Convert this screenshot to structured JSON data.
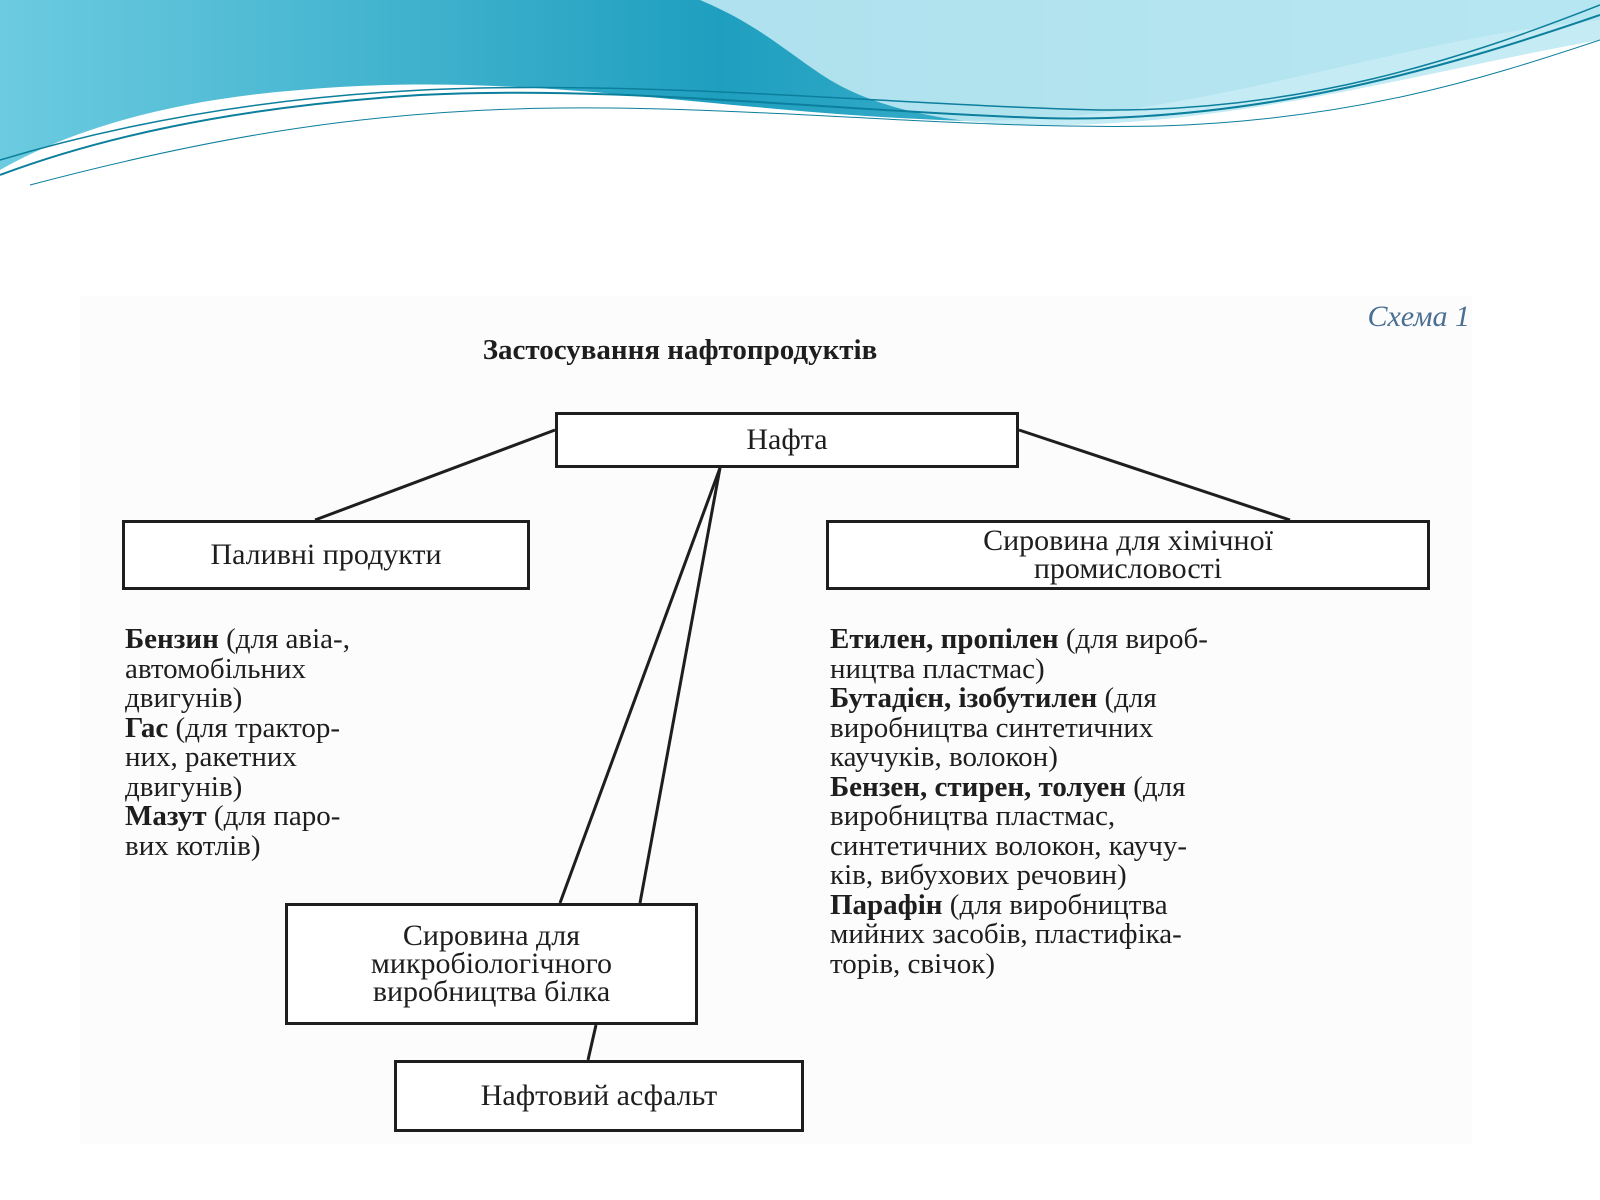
{
  "theme": {
    "wave_light": "#bfe9f3",
    "wave_mid": "#6ccbe0",
    "wave_dark": "#1f9fbf",
    "wave_line": "#0b7f9c",
    "ink": "#1e1e1e",
    "scheme_label_color": "#4a6f93"
  },
  "diagram": {
    "scheme_label": "Схема 1",
    "title": "Застосування нафтопродуктів",
    "nodes": {
      "oil": "Нафта",
      "fuel": "Паливні продукти",
      "chem": [
        "Сировина для хімічної",
        "промисловості"
      ],
      "micro": [
        "Сировина для",
        "микробіологічного",
        "виробництва білка"
      ],
      "asphalt": "Нафтовий асфальт"
    },
    "fuel_products": [
      {
        "bold": "Бензин",
        "rest": " (для авіа-,"
      },
      {
        "bold": "",
        "rest": "автомобільних"
      },
      {
        "bold": "",
        "rest": "двигунів)"
      },
      {
        "bold": "Гас",
        "rest": " (для трактор-"
      },
      {
        "bold": "",
        "rest": "них, ракетних"
      },
      {
        "bold": "",
        "rest": "двигунів)"
      },
      {
        "bold": "Мазут",
        "rest": " (для паро-"
      },
      {
        "bold": "",
        "rest": "вих котлів)"
      }
    ],
    "chem_products": [
      {
        "bold": "Етилен, пропілен",
        "rest": " (для вироб-"
      },
      {
        "bold": "",
        "rest": "ництва пластмас)"
      },
      {
        "bold": "Бутадієн, ізобутилен",
        "rest": " (для"
      },
      {
        "bold": "",
        "rest": "виробництва синтетичних"
      },
      {
        "bold": "",
        "rest": "каучуків, волокон)"
      },
      {
        "bold": "Бензен, стирен, толуен",
        "rest": " (для"
      },
      {
        "bold": "",
        "rest": "виробництва пластмас,"
      },
      {
        "bold": "",
        "rest": "синтетичних волокон, каучу-"
      },
      {
        "bold": "",
        "rest": "ків, вибухових речовин)"
      },
      {
        "bold": "Парафін",
        "rest": " (для виробництва"
      },
      {
        "bold": "",
        "rest": "мийних засобів, пластифіка-"
      },
      {
        "bold": "",
        "rest": "торів, свічок)"
      }
    ]
  }
}
